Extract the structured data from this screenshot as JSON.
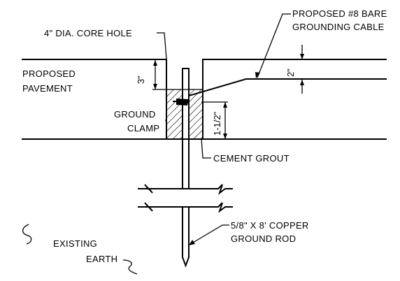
{
  "labels": {
    "core_hole": "4\" DIA. CORE HOLE",
    "cable_line1": "PROPOSED #8 BARE",
    "cable_line2": "GROUNDING CABLE",
    "pavement_line1": "PROPOSED",
    "pavement_line2": "PAVEMENT",
    "clamp_line1": "GROUND",
    "clamp_line2": "CLAMP",
    "grout": "CEMENT GROUT",
    "earth_line1": "EXISTING",
    "earth_line2": "EARTH",
    "rod_line1": "5/8\" X 8' COPPER",
    "rod_line2": "GROUND ROD"
  },
  "dimensions": {
    "depth_left": "3\"",
    "depth_right": "2\"",
    "clamp_offset": "1-1/2\""
  }
}
